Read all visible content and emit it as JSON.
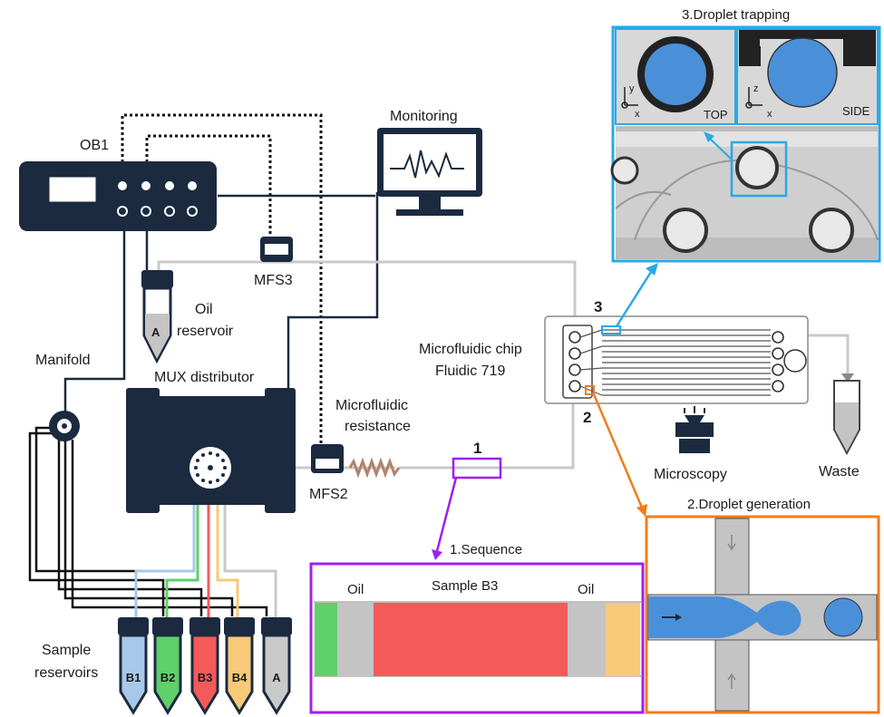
{
  "labels": {
    "ob1": "OB1",
    "monitoring": "Monitoring",
    "mfs3": "MFS3",
    "mfs2": "MFS2",
    "oil_reservoir_line1": "Oil",
    "oil_reservoir_line2": "reservoir",
    "manifold": "Manifold",
    "mux_distributor": "MUX distributor",
    "microfluidic_resistance_line1": "Microfluidic",
    "microfluidic_resistance_line2": "resistance",
    "chip_line1": "Microfluidic chip",
    "chip_line2": "Fluidic 719",
    "microscopy": "Microscopy",
    "waste": "Waste",
    "sample_reservoirs_line1": "Sample",
    "sample_reservoirs_line2": "reservoirs",
    "marker_1": "1",
    "marker_2": "2",
    "marker_3": "3"
  },
  "tubes": [
    {
      "label": "B1",
      "color": "#a9c7e8"
    },
    {
      "label": "B2",
      "color": "#5fd06a"
    },
    {
      "label": "B3",
      "color": "#f45a5a"
    },
    {
      "label": "B4",
      "color": "#f7c978"
    },
    {
      "label": "A",
      "color": "#c9c9c9"
    }
  ],
  "oil_tube_label": "A",
  "panels": {
    "sequence": {
      "title": "1.Sequence",
      "oil_left": "Oil",
      "sample": "Sample B3",
      "oil_right": "Oil"
    },
    "generation": {
      "title": "2.Droplet generation"
    },
    "trapping": {
      "title": "3.Droplet trapping",
      "top": "TOP",
      "side": "SIDE"
    }
  },
  "axes": {
    "top": {
      "y": "y",
      "x": "x"
    },
    "side": {
      "z": "z",
      "x": "x"
    }
  },
  "colors": {
    "navy": "#1b2a3f",
    "purple": "#a020f0",
    "orange": "#f07d1a",
    "sky": "#29a8e8",
    "droplet": "#4a90d9",
    "red": "#f45a5a",
    "green": "#5fd06a",
    "yellow": "#f7c978",
    "grey": "#c4c4c4"
  }
}
